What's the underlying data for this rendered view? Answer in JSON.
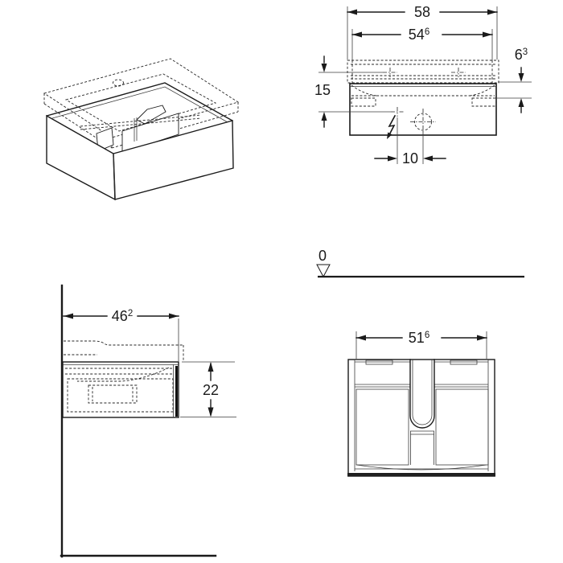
{
  "colors": {
    "line": "#1a1a1a",
    "background": "#ffffff"
  },
  "views": {
    "isometric": {
      "description": "washbasin cabinet isometric"
    },
    "front_top": {
      "dims": {
        "overall_width": {
          "main": "58"
        },
        "inner_width": {
          "main": "54",
          "sup": "6"
        },
        "rim_height": {
          "main": "6",
          "sup": "3"
        },
        "outlet_drop": {
          "main": "15"
        },
        "drain_offset": {
          "main": "10"
        }
      }
    },
    "datum": {
      "label": "0"
    },
    "side": {
      "dims": {
        "depth": {
          "main": "46",
          "sup": "2"
        },
        "height": {
          "main": "22"
        }
      }
    },
    "rear": {
      "dims": {
        "inner_width": {
          "main": "51",
          "sup": "6"
        }
      }
    }
  }
}
